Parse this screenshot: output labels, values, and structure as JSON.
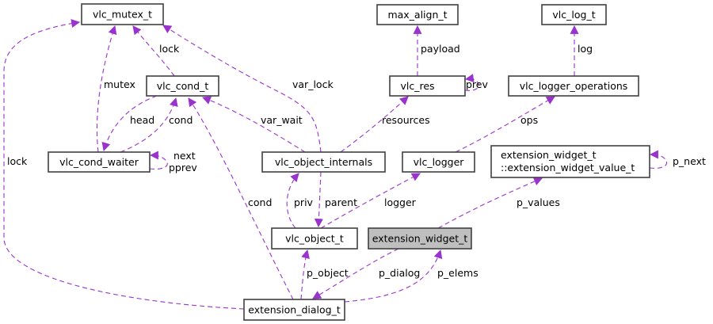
{
  "colors": {
    "edge": "#9a32cd",
    "focus_fill": "#bfbfbf",
    "border": "#404040"
  },
  "nodes": {
    "vlc_mutex_t": "vlc_mutex_t",
    "max_align_t": "max_align_t",
    "vlc_log_t": "vlc_log_t",
    "vlc_cond_t": "vlc_cond_t",
    "vlc_res": "vlc_res",
    "vlc_logger_operations": "vlc_logger_operations",
    "vlc_cond_waiter": "vlc_cond_waiter",
    "vlc_object_internals": "vlc_object_internals",
    "vlc_logger": "vlc_logger",
    "widget_value_line1": "extension_widget_t",
    "widget_value_line2": "::extension_widget_value_t",
    "vlc_object_t": "vlc_object_t",
    "extension_widget_t": "extension_widget_t",
    "extension_dialog_t": "extension_dialog_t"
  },
  "edges": {
    "lock_cond": "lock",
    "mutex": "mutex",
    "lock_dialog": "lock",
    "var_lock": "var_lock",
    "head": "head",
    "cond_waiter": "cond",
    "next": "next",
    "pprev": "pprev",
    "var_wait": "var_wait",
    "cond_dialog": "cond",
    "payload": "payload",
    "prev": "prev",
    "log": "log",
    "resources": "resources",
    "ops": "ops",
    "p_next": "p_next",
    "priv": "priv",
    "parent": "parent",
    "logger": "logger",
    "p_values": "p_values",
    "p_object": "p_object",
    "p_dialog": "p_dialog",
    "p_elems": "p_elems"
  }
}
